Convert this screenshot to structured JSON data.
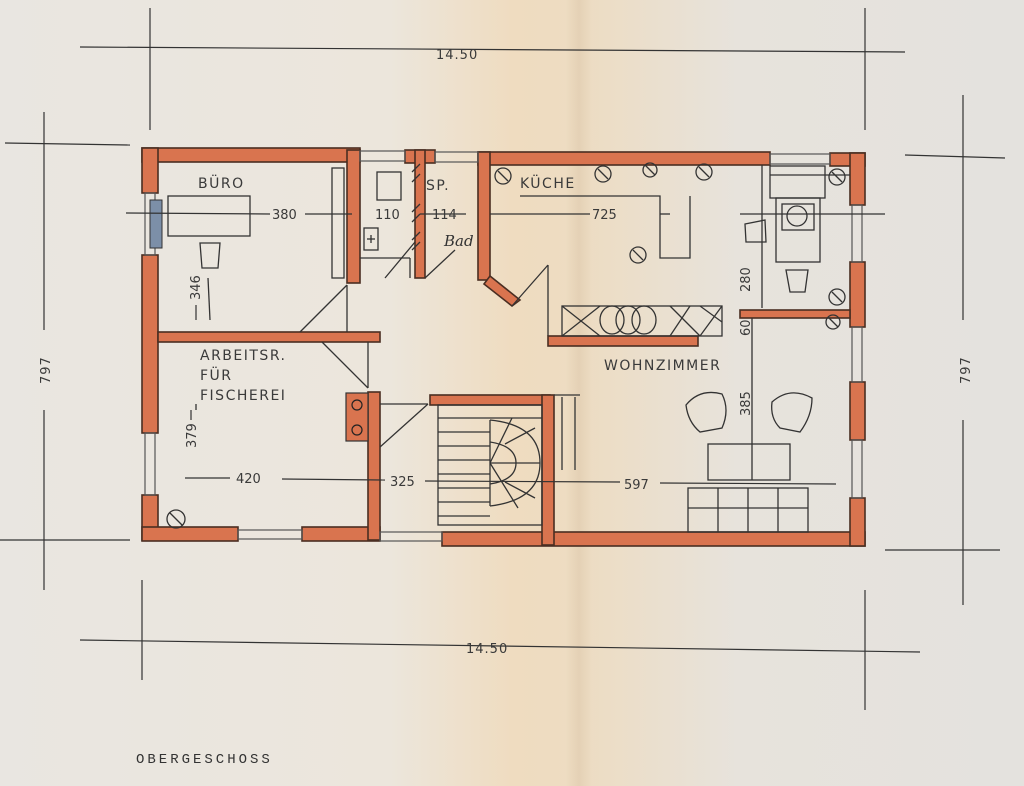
{
  "floor_label": "OBERGESCHOSS",
  "overall_width_top": "14.50",
  "overall_width_bottom": "14.50",
  "overall_depth_left": "797",
  "overall_depth_right": "797",
  "rooms": {
    "buero": "BÜRO",
    "speisekammer": "SP.",
    "kueche": "KÜCHE",
    "bad": "Bad",
    "wohnzimmer": "WOHNZIMMER",
    "arbeitsraum_1": "ARBEITSR.",
    "arbeitsraum_2": "FÜR",
    "arbeitsraum_3": "FISCHEREI"
  },
  "dimensions": {
    "buero_width": "380",
    "buero_depth": "346",
    "sp_width": "110",
    "bad_width": "114",
    "kueche_width": "725",
    "kueche_depth": "280",
    "counter_gap": "60",
    "arbeitsraum_width": "420",
    "arbeitsraum_depth": "379",
    "stair_width": "325",
    "wohnzimmer_width": "597",
    "wohnzimmer_depth": "385"
  },
  "colors": {
    "wall_fill": "#d9744f",
    "wall_outline": "#4a2e22",
    "ink": "#333333",
    "paper": "#ece6dc"
  }
}
